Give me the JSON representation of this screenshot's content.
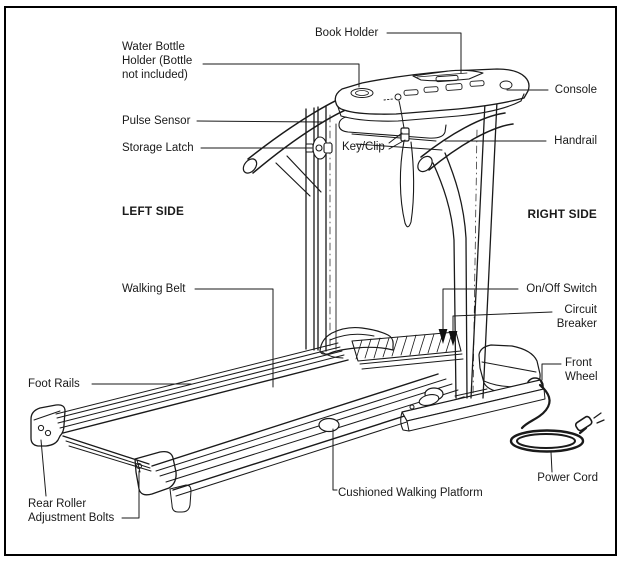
{
  "diagram_type": "treadmill parts diagram",
  "colors": {
    "line": "#1a1a1a",
    "background": "#ffffff",
    "arrow_fill": "#111111"
  },
  "labels": {
    "book_holder": "Book Holder",
    "water_bottle_holder": [
      "Water Bottle",
      "Holder (Bottle",
      "not included)"
    ],
    "console": "Console",
    "pulse_sensor": "Pulse Sensor",
    "key_clip": "Key/Clip",
    "handrail": "Handrail",
    "storage_latch": "Storage Latch",
    "left_side": "LEFT SIDE",
    "right_side": "RIGHT SIDE",
    "walking_belt": "Walking Belt",
    "on_off_switch": "On/Off Switch",
    "circuit_breaker": [
      "Circuit",
      "Breaker"
    ],
    "foot_rails": "Foot Rails",
    "front_wheel": [
      "Front",
      "Wheel"
    ],
    "rear_roller_adjustment_bolts": [
      "Rear Roller",
      "Adjustment Bolts"
    ],
    "cushioned_walking_platform": "Cushioned Walking Platform",
    "power_cord": "Power Cord"
  }
}
